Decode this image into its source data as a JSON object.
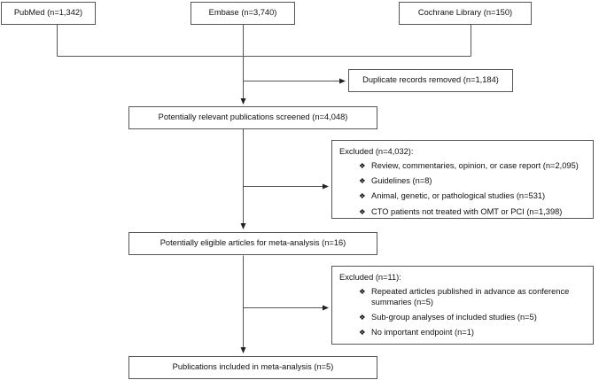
{
  "diagram": {
    "title": "PRISMA study selection flow diagram",
    "type": "flowchart",
    "line_color": "#555555",
    "text_color": "#101010",
    "background": "#ffffff",
    "bullet_glyph": "❖"
  },
  "sources": [
    {
      "id": "pubmed",
      "label": "PubMed (n=1,342)"
    },
    {
      "id": "embase",
      "label": "Embase (n=3,740)"
    },
    {
      "id": "cochrane",
      "label": "Cochrane Library  (n=150)"
    }
  ],
  "steps": {
    "duplicates_removed": "Duplicate records removed (n=1,184)",
    "screened": "Potentially relevant publications screened (n=4,048)",
    "eligible": "Potentially eligible articles for meta-analysis (n=16)",
    "included": "Publications included in meta-analysis (n=5)"
  },
  "excluded_screening": {
    "heading": "Excluded (n=4,032):",
    "reasons": [
      "Review, commentaries, opinion, or case report (n=2,095)",
      "Guidelines (n=8)",
      "Animal, genetic, or pathological studies (n=531)",
      "CTO patients not treated with OMT or PCI (n=1,398)"
    ]
  },
  "excluded_eligibility": {
    "heading": "Excluded (n=11):",
    "reasons": [
      "Repeated articles published in advance as conference summaries (n=5)",
      "Sub-group analyses of included studies (n=5)",
      "No important endpoint (n=1)"
    ]
  }
}
